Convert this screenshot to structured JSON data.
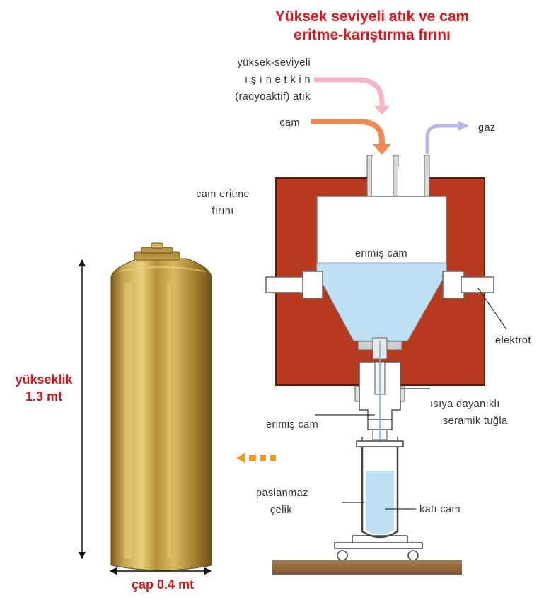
{
  "title": {
    "line1": "Yüksek seviyeli atık ve cam",
    "line2": "eritme-karıştırma fırını"
  },
  "inputs": {
    "waste_line1": "yüksek-seviyeli",
    "waste_line2": "ı ş ı n e t k i n",
    "waste_line3": "(radyoaktif) atık",
    "glass": "cam",
    "gas": "gaz"
  },
  "labels": {
    "furnace_line1": "cam eritme",
    "furnace_line2": "fırını",
    "molten_glass_top": "erimiş cam",
    "electrode": "elektrot",
    "brick_line1": "ısıya dayanıklı",
    "brick_line2": "seramik tuğla",
    "molten_glass_stream": "erimiş cam",
    "steel_line1": "paslanmaz",
    "steel_line2": "çelik",
    "solid_glass": "katı cam"
  },
  "canister": {
    "height_line1": "yükseklik",
    "height_line2": "1.3 mt",
    "diameter": "çap 0.4 mt"
  },
  "colors": {
    "title": "#e0141b",
    "furnace": "#b83a1e",
    "glass": "#bfe0f2",
    "glass_arrow": "#f08a55",
    "waste_arrow": "#f5b3c3",
    "gas_arrow": "#b7b6e8",
    "canister": "#c9a646",
    "dimension_text": "#d9131a"
  }
}
